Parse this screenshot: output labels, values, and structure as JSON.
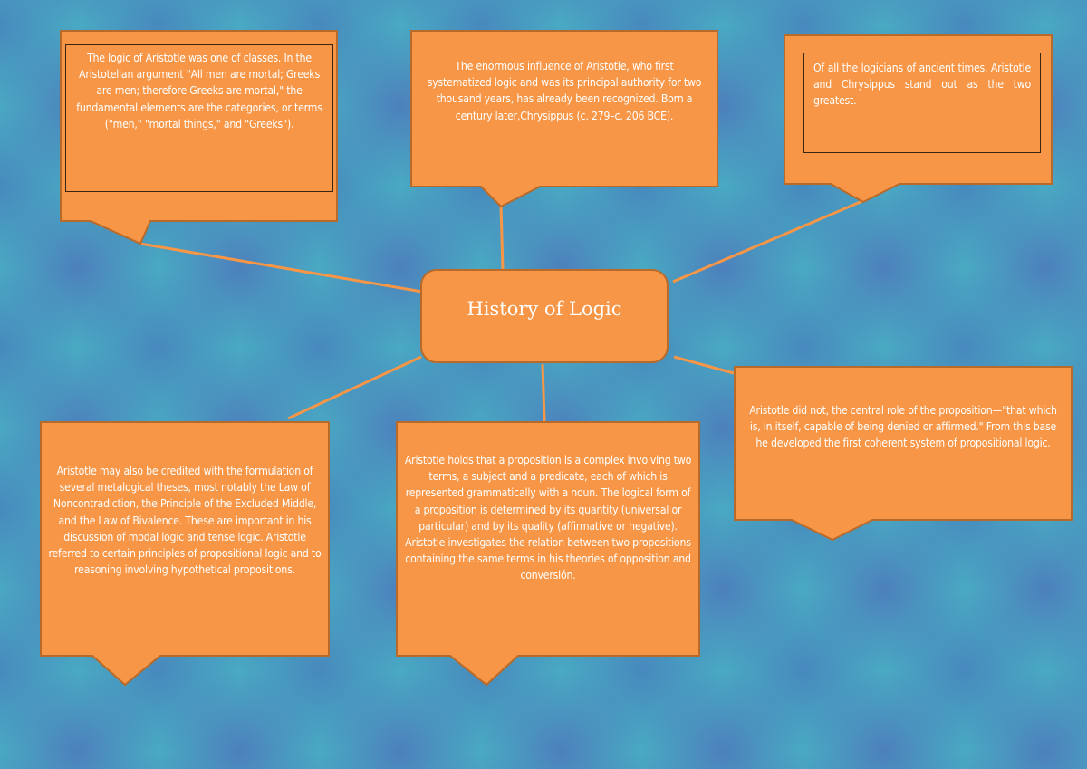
{
  "colors": {
    "background": "#49aac3",
    "background_tile": "#4d79bb",
    "node_fill": "#f79646",
    "node_border": "#b86a2a",
    "text": "#ffffff"
  },
  "central_topic": {
    "title": "History of Logic"
  },
  "nodes": [
    {
      "id": "top-left",
      "text": "The logic of Aristotle was one of classes. In the Aristotelian argument \"All men are mortal; Greeks are men; therefore Greeks are mortal,\" the fundamental elements are the categories, or terms (\"men,\" \"mortal things,\" and \"Greeks\")."
    },
    {
      "id": "top-center",
      "text": "The enormous influence of Aristotle, who first systematized logic and was its principal authority for two thousand years, has already been recognized. Born a century later,Chrysippus (c. 279–c. 206 BCE)."
    },
    {
      "id": "top-right",
      "text": "Of all the logicians of ancient times, Aristotle and Chrysippus stand out as the two greatest."
    },
    {
      "id": "bottom-left",
      "text": "Aristotle may also be credited with the formulation of several metalogical theses, most notably the Law of Noncontradiction, the Principle of the Excluded Middle, and the Law of Bivalence. These are important in his discussion of modal logic and tense logic. Aristotle referred to certain principles of propositional logic and to reasoning involving hypothetical propositions."
    },
    {
      "id": "bottom-center",
      "text": "Aristotle holds that a proposition is a complex involving two terms, a subject and a predicate, each of which is represented grammatically with a noun. The logical form of a proposition is determined by its quantity (universal or particular) and by its quality (affirmative or negative). Aristotle investigates the relation between two propositions containing the same terms in his theories of opposition and conversión."
    },
    {
      "id": "right",
      "text": "Aristotle did not, the central role of the proposition—\"that which is, in itself, capable of being denied or affirmed.\" From this base he developed the first coherent system of propositional logic."
    }
  ]
}
